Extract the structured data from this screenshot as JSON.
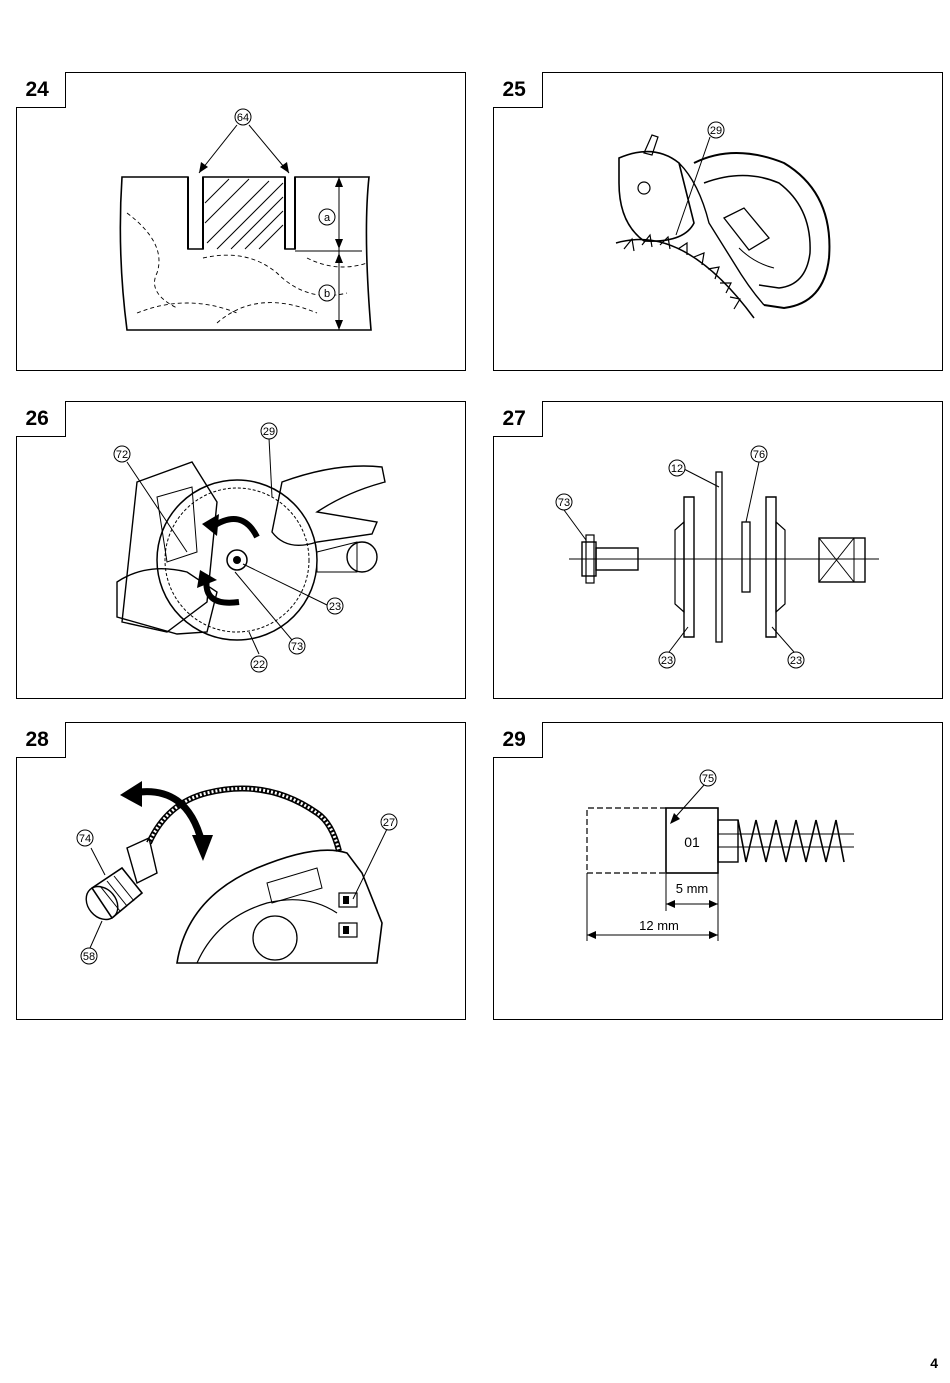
{
  "panels": [
    {
      "number": "24",
      "labels": {
        "ref": "64",
        "a": "a",
        "b": "b"
      }
    },
    {
      "number": "25",
      "labels": {
        "ref": "29"
      }
    },
    {
      "number": "26",
      "labels": {
        "r29": "29",
        "r72": "72",
        "r23": "23",
        "r73": "73",
        "r22": "22"
      }
    },
    {
      "number": "27",
      "labels": {
        "r12": "12",
        "r76": "76",
        "r73": "73",
        "r23a": "23",
        "r23b": "23"
      }
    },
    {
      "number": "28",
      "labels": {
        "r74": "74",
        "r27": "27",
        "r58": "58"
      }
    },
    {
      "number": "29",
      "labels": {
        "r75": "75",
        "code": "01",
        "dim1": "5 mm",
        "dim2": "12 mm"
      }
    }
  ],
  "page_number": "4"
}
